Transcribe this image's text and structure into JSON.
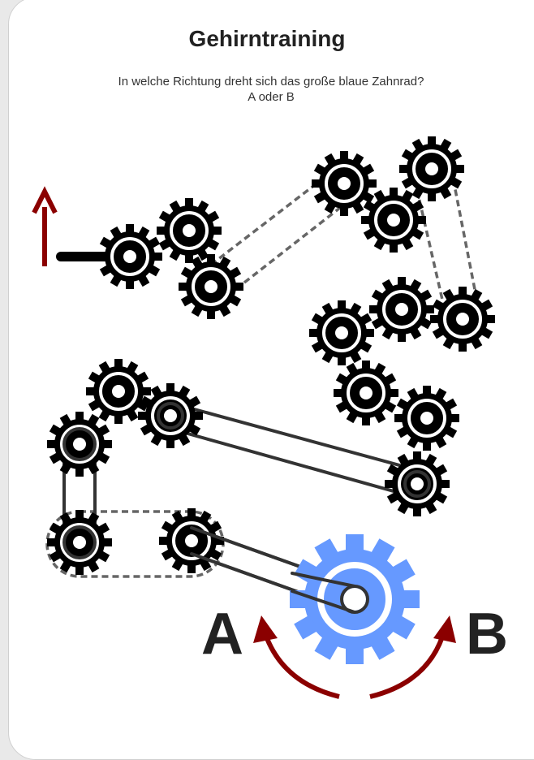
{
  "header": {
    "title": "Gehirntraining",
    "question_line1": "In welche Richtung dreht sich das große blaue Zahnrad?",
    "question_line2": "A oder B"
  },
  "puzzle": {
    "option_a": "A",
    "option_b": "B",
    "colors": {
      "gear": "#000000",
      "target_gear": "#6699ff",
      "arrow": "#8b0000",
      "belt": "#333333",
      "chain": "#666666"
    },
    "icons": {
      "start_arrow": "arrow-up-icon",
      "crank": "crank-handle-icon"
    }
  }
}
